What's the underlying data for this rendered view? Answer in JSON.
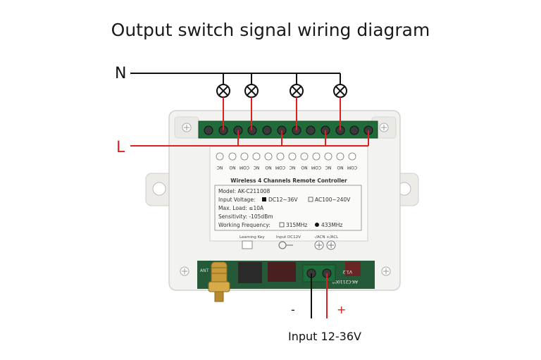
{
  "title": "Output switch signal wiring diagram",
  "neutral_label": "N",
  "line_label": "L",
  "input_minus": "-",
  "input_plus": "+",
  "input_label": "Input 12-36V",
  "colors": {
    "line": "#e02020",
    "neutral": "#111111",
    "board": "#f2f2f0",
    "terminal": "#1f6b3a"
  },
  "terminal_labels": [
    "NC",
    "NO",
    "COM",
    "NC",
    "NO",
    "COM",
    "NC",
    "NO",
    "COM",
    "NC",
    "NO",
    "COM"
  ],
  "panel": {
    "heading": "Wireless 4 Channels Remote Controller",
    "model": "Model: AK-C211008",
    "input_voltage": "Input Voltage:",
    "opt_dc": "DC12~36V",
    "opt_ac": "AC100~240V",
    "max_load": "Max. Load: ≤10A",
    "sensitivity": "Sensitivity: -105dBm",
    "working_freq": "Working Frequency:",
    "freq_315": "315MHz",
    "freq_433": "433MHz"
  },
  "labels": {
    "learning_key": "Learning Key",
    "input_dc": "Input DC12V",
    "pins": "-/ACN +/ACL",
    "pcb_left": "AK-C211008",
    "pcb_right": "V1.2",
    "ant": "ANT"
  }
}
